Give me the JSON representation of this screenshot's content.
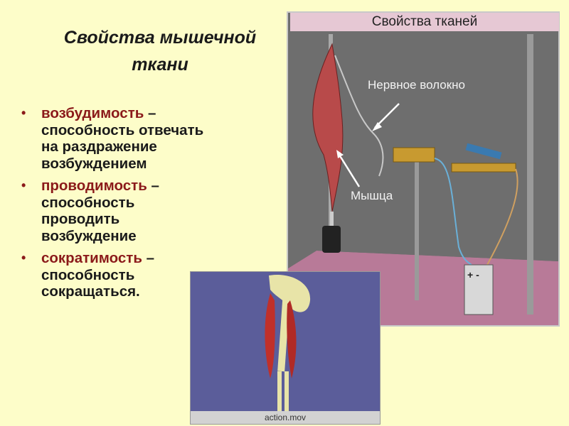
{
  "slide": {
    "title_line1": "Свойства мышечной",
    "title_line2": "ткани",
    "bullets": [
      {
        "term": "возбудимость",
        "sep": " – ",
        "rest": "способность отвечать на раздражение возбуждением"
      },
      {
        "term": "проводимость",
        "sep": " – ",
        "rest": "способность проводить возбуждение"
      },
      {
        "term": "сократимость",
        "sep": " – ",
        "rest": "способность сокращаться."
      }
    ]
  },
  "illustration": {
    "header": "Свойства тканей",
    "nerve_label": "Нервное волокно",
    "muscle_label": "Мышца",
    "battery_label": "+ -"
  },
  "video": {
    "caption": "action.mov"
  },
  "colors": {
    "background": "#fdfdc9",
    "accent": "#8b1a1a"
  }
}
